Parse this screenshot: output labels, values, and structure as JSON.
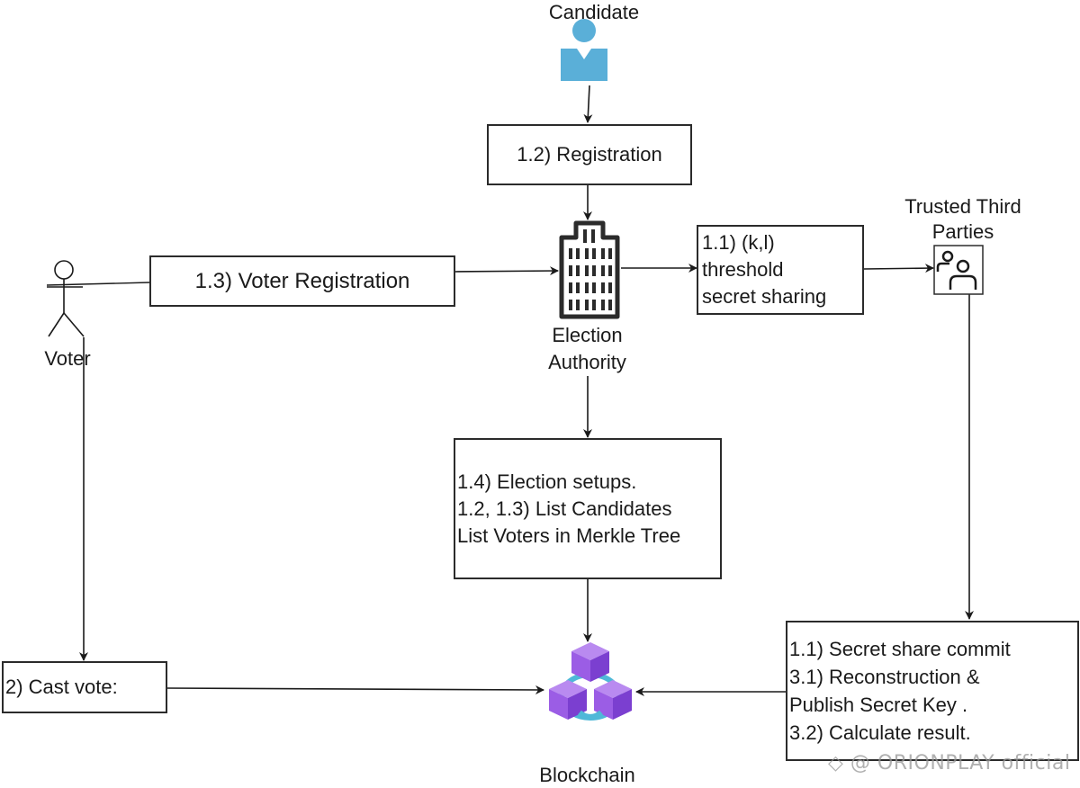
{
  "diagram": {
    "nodes": {
      "candidate": {
        "label": "Candidate",
        "icon": "person-icon",
        "color": "#5aafd8"
      },
      "registration": {
        "label": "1.2) Registration"
      },
      "voter": {
        "label": "Voter",
        "icon": "stick-figure-icon"
      },
      "voter_registration": {
        "label": "1.3) Voter Registration"
      },
      "election_authority": {
        "label": "Election\nAuthority",
        "icon": "building-icon"
      },
      "threshold_sharing": {
        "label": "1.1) (k,l)\nthreshold\nsecret sharing"
      },
      "trusted_third_parties": {
        "label": "Trusted Third\nParties",
        "icon": "users-icon"
      },
      "election_setup": {
        "label": "1.4) Election setups.\n1.2, 1.3) List Candidates\nList Voters in Merkle Tree"
      },
      "cast_vote": {
        "label": "2) Cast vote:"
      },
      "blockchain": {
        "label": "Blockchain",
        "icon": "blockchain-cubes-icon",
        "color": "#9b5de5"
      },
      "secret_commit": {
        "label": "1.1) Secret share commit\n3.1) Reconstruction &\nPublish Secret Key .\n3.2) Calculate result."
      }
    },
    "edges": [
      {
        "from": "candidate",
        "to": "registration"
      },
      {
        "from": "registration",
        "to": "election_authority"
      },
      {
        "from": "voter",
        "to": "voter_registration"
      },
      {
        "from": "voter_registration",
        "to": "election_authority"
      },
      {
        "from": "election_authority",
        "to": "threshold_sharing"
      },
      {
        "from": "threshold_sharing",
        "to": "trusted_third_parties"
      },
      {
        "from": "election_authority",
        "to": "election_setup"
      },
      {
        "from": "election_setup",
        "to": "blockchain"
      },
      {
        "from": "trusted_third_parties",
        "to": "secret_commit"
      },
      {
        "from": "secret_commit",
        "to": "blockchain"
      },
      {
        "from": "voter",
        "to": "cast_vote"
      },
      {
        "from": "cast_vote",
        "to": "blockchain"
      }
    ]
  },
  "watermark": "◇ @ ORIONPLAY official"
}
